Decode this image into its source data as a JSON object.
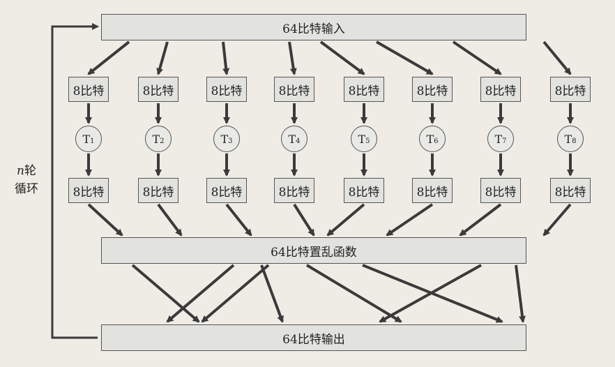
{
  "input_box": "64比特输入",
  "permutation_box": "64比特置乱函数",
  "output_box": "64比特输出",
  "block_label": "8比特",
  "t_nodes": [
    {
      "base": "T",
      "sub": "1"
    },
    {
      "base": "T",
      "sub": "2"
    },
    {
      "base": "T",
      "sub": "3"
    },
    {
      "base": "T",
      "sub": "4"
    },
    {
      "base": "T",
      "sub": "5"
    },
    {
      "base": "T",
      "sub": "6"
    },
    {
      "base": "T",
      "sub": "7"
    },
    {
      "base": "T",
      "sub": "8"
    }
  ],
  "loop": {
    "var": "n",
    "line1_rest": "轮",
    "line2": "循环"
  }
}
